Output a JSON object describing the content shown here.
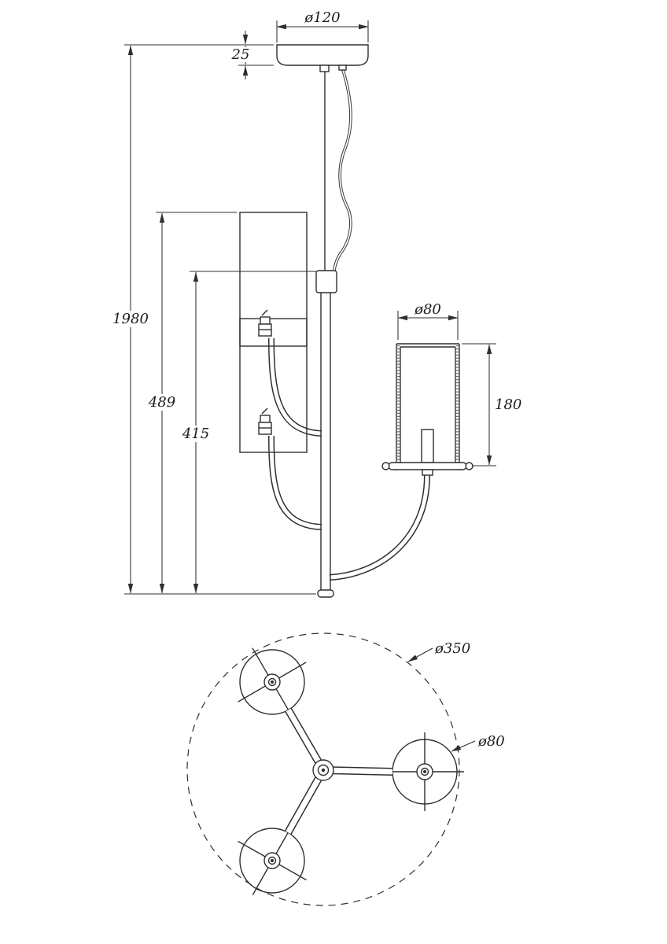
{
  "drawing": {
    "background": "#ffffff",
    "stroke_color": "#2f2f2f",
    "description": "Pendant luminaire dimensional drawing: side elevation (top) and bottom plan view (below)"
  },
  "side_view": {
    "canopy_diameter": "ø120",
    "canopy_height": "25",
    "overall_height": "1980",
    "body_drop_height": "489",
    "rod_length": "415",
    "shade_diameter": "ø80",
    "shade_height": "180"
  },
  "plan_view": {
    "spread_diameter": "ø350",
    "shade_diameter": "ø80"
  }
}
